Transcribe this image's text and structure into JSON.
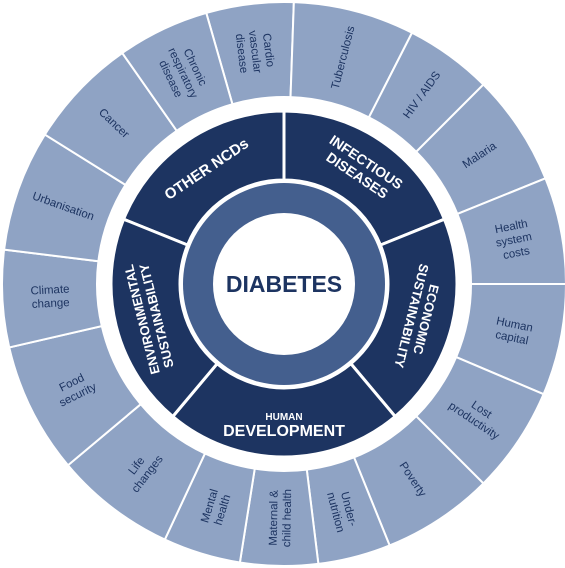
{
  "diagram": {
    "center": {
      "label": "DIABETES"
    },
    "colors": {
      "outer_fill": "#8fa3c4",
      "outer_stroke": "#ffffff",
      "dark_ring": "#1d3461",
      "mid_ring": "#445f8e",
      "center_fill": "#ffffff",
      "text_dark": "#1d3461"
    },
    "inner_ring": [
      {
        "id": "other-ncds",
        "lines": [
          "OTHER NCDs"
        ]
      },
      {
        "id": "infectious-diseases",
        "lines": [
          "INFECTIOUS",
          "DISEASES"
        ]
      },
      {
        "id": "economic-sustainability",
        "lines": [
          "ECONOMIC",
          "SUSTAINABILITY"
        ]
      },
      {
        "id": "human-development",
        "lines": [
          "HUMAN",
          "DEVELOPMENT"
        ]
      },
      {
        "id": "environmental-sustainability",
        "lines": [
          "ENVIRONMENTAL",
          "SUSTAINABILITY"
        ]
      }
    ],
    "outer_ring": [
      {
        "id": "cardio-vascular-disease",
        "lines": [
          "Cardio",
          "vascular",
          "disease"
        ]
      },
      {
        "id": "tuberculosis",
        "lines": [
          "Tuberculosis"
        ]
      },
      {
        "id": "hiv-aids",
        "lines": [
          "HIV / AIDS"
        ]
      },
      {
        "id": "malaria",
        "lines": [
          "Malaria"
        ]
      },
      {
        "id": "health-system-costs",
        "lines": [
          "Health",
          "system",
          "costs"
        ]
      },
      {
        "id": "human-capital",
        "lines": [
          "Human",
          "capital"
        ]
      },
      {
        "id": "lost-productivity",
        "lines": [
          "Lost",
          "productivity"
        ]
      },
      {
        "id": "poverty",
        "lines": [
          "Poverty"
        ]
      },
      {
        "id": "under-nutrition",
        "lines": [
          "Under-",
          "nutrition"
        ]
      },
      {
        "id": "maternal-child-health",
        "lines": [
          "Maternal &",
          "child health"
        ]
      },
      {
        "id": "mental-health",
        "lines": [
          "Mental",
          "health"
        ]
      },
      {
        "id": "life-changes",
        "lines": [
          "Life",
          "changes"
        ]
      },
      {
        "id": "food-security",
        "lines": [
          "Food",
          "security"
        ]
      },
      {
        "id": "climate-change",
        "lines": [
          "Climate",
          "change"
        ]
      },
      {
        "id": "urbanisation",
        "lines": [
          "Urbanisation"
        ]
      },
      {
        "id": "cancer",
        "lines": [
          "Cancer"
        ]
      },
      {
        "id": "chronic-respiratory-disease",
        "lines": [
          "Chronic",
          "respiratory",
          "disease"
        ]
      }
    ]
  }
}
